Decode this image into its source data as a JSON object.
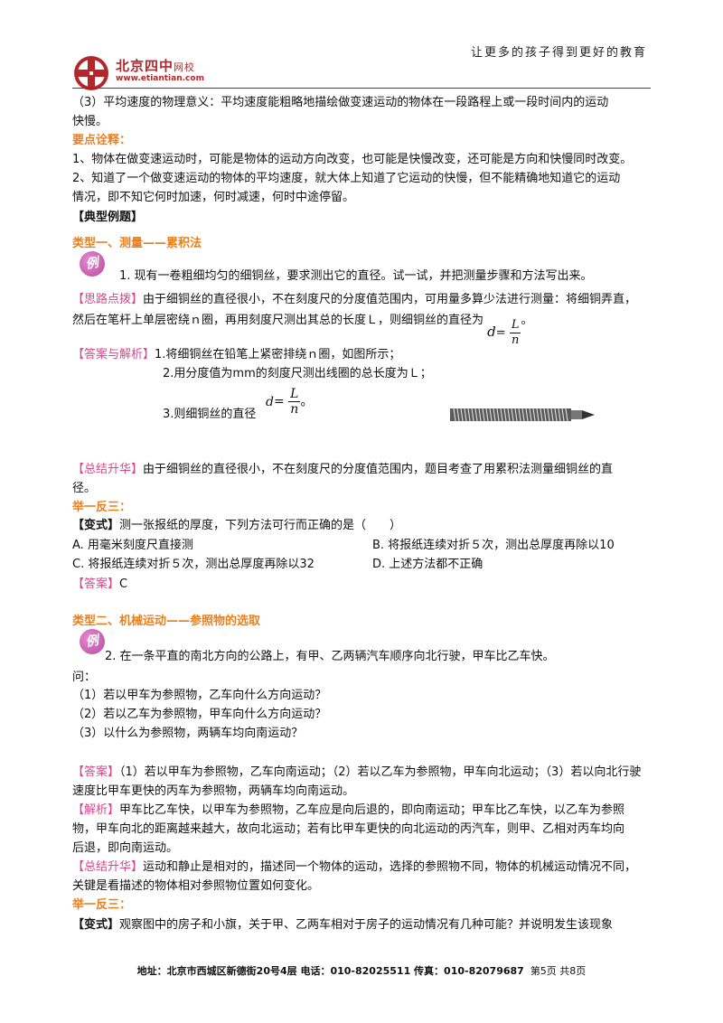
{
  "header": {
    "logo_text": "北京四中",
    "logo_sub": "网校",
    "logo_url": "www.etiantian.com",
    "slogan": "让更多的孩子得到更好的教育"
  },
  "content": {
    "p1a": "（3）平均速度的物理意义：平均速度能粗略地描绘做变速运动的物体在一段路程上或一段时间内的运动",
    "p1b": "快慢。",
    "key_title": "要点诠释：",
    "k1": "1、物体在做变速运动时，可能是物体的运动方向改变，也可能是快慢改变，还可能是方向和快慢同时改变。",
    "k2a": "2、知道了一个做变速运动的物体的平均速度，就大体上知道了它运动的快慢，但不能精确地知道它的运动",
    "k2b": "情况，即不知它何时加速，何时减速，何时中途停留。",
    "typical": "【典型例题】",
    "type1": "类型一、测量——累积法",
    "badge": "例",
    "ex1": "1.  现有一卷粗细均匀的细铜丝，要求测出它的直径。试一试，并把测量步骤和方法写出来。",
    "hint_tag": "【思路点拨】",
    "hint_a": "由于细铜丝的直径很小，不在刻度尺的分度值范围内，可用量多算少法进行测量：将细铜弄直，",
    "hint_b": "然后在笔杆上单层密绕ｎ圈，再用刻度尺测出其总的长度Ｌ，则细铜丝的直径为",
    "formula_d": "d",
    "formula_eq": "=",
    "formula_L": "L",
    "formula_n": "n",
    "period": "。",
    "ans_tag": "【答案与解析】",
    "a1": "1.将细铜丝在铅笔上紧密排绕ｎ圈，如图所示；",
    "a2": "2.用分度值为mm的刻度尺测出线圈的总长度为Ｌ；",
    "a3": "3.则细铜丝的直径",
    "sum_tag": "【总结升华】",
    "sum_a": "由于细铜丝的直径很小，不在刻度尺的分度值范围内，题目考查了用累积法测量细铜丝的直",
    "sum_b": "径。",
    "juyi": "举一反三：",
    "var_tag": "【变式】",
    "var1": "测一张报纸的厚度，下列方法可行而正确的是（　　）",
    "optA": "A. 用毫米刻度尺直接测",
    "optB": "B. 将报纸连续对折５次，测出总厚度再除以10",
    "optC": "C. 将报纸连续对折５次，测出总厚度再除以32",
    "optD": "D. 上述方法都不正确",
    "answer_tag": "【答案】",
    "answer1": "C",
    "type2": "类型二、机械运动——参照物的选取",
    "ex2": "2.  在一条平直的南北方向的公路上，有甲、乙两辆汽车顺序向北行驶，甲车比乙车快。",
    "ask": "问：",
    "q1": "（1）若以甲车为参照物，乙车向什么方向运动？",
    "q2": "（2）若以乙车为参照物，甲车向什么方向运动？",
    "q3": "（3）以什么为参照物，两辆车均向南运动？",
    "ans2a": "（1）若以甲车为参照物，乙车向南运动；（2）若以乙车为参照物，甲车向北运动；（3）若以向北行驶",
    "ans2b": "速度比甲车更快的丙车为参照物，两辆车均向南运动。",
    "jiexi_tag": "【解析】",
    "jx_a": "甲车比乙车快，以甲车为参照物，乙车应是向后退的，即向南运动；甲车比乙车快，以乙车为参照",
    "jx_b": "物，甲车向北的距离越来越大，故向北运动；若有比甲车更快的向北运动的丙汽车，则甲、乙相对丙车均向",
    "jx_c": "后退，即向南运动。",
    "sum2_a": "运动和静止是相对的，描述同一个物体的运动，选择的参照物不同，物体的机械运动情况不同，",
    "sum2_b": "关键是看描述的物体相对参照物位置如何变化。",
    "var2": "观察图中的房子和小旗，关于甲、乙两车相对于房子的运动情况有几种可能？并说明发生该现象"
  },
  "footer": {
    "address": "地址：北京市西城区新德街20号4层 电话：010-82025511 传真：010-82079687",
    "page": "第5页  共8页"
  },
  "colors": {
    "accent_orange": "#e8801f",
    "bracket_pink": "#e0448a",
    "logo_red": "#b5262a"
  }
}
